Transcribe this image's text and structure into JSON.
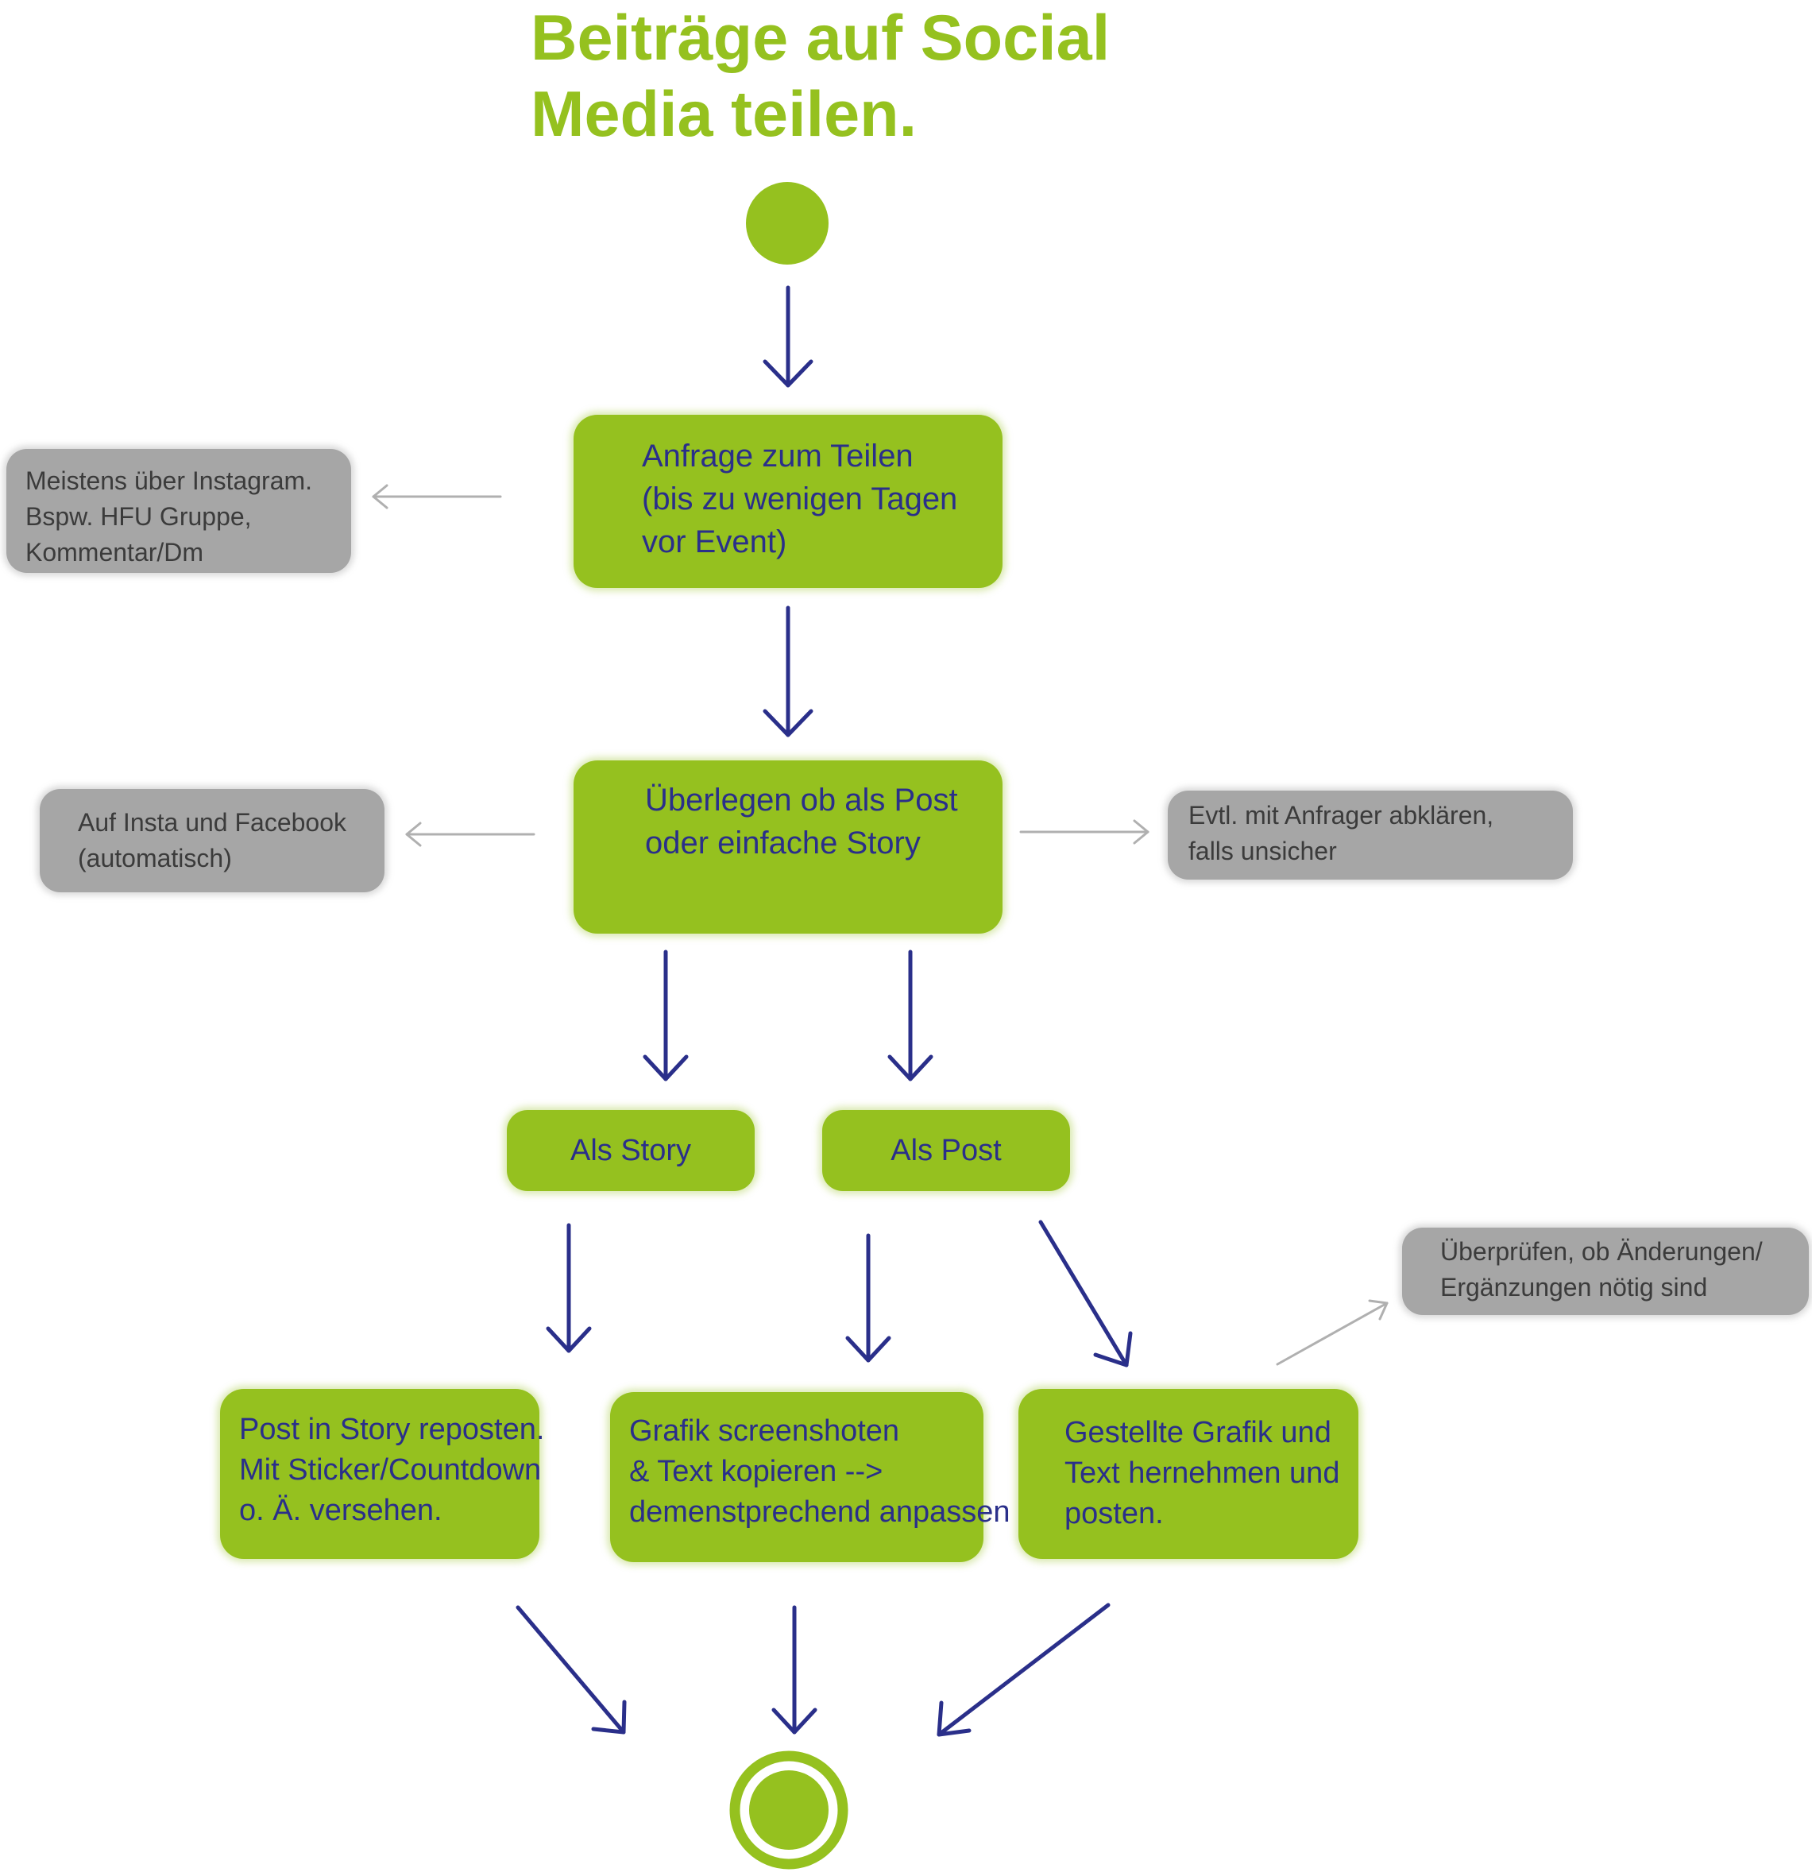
{
  "title": {
    "line1": "Beiträge auf Social",
    "line2": "Media teilen."
  },
  "steps": {
    "anfrage": {
      "line1": "Anfrage zum Teilen",
      "line2": "(bis zu wenigen Tagen",
      "line3": "vor Event)"
    },
    "ueberlegen": {
      "line1": "Überlegen ob als Post",
      "line2": "oder einfache Story"
    },
    "als_story": "Als Story",
    "als_post": "Als Post",
    "repost": {
      "line1": "Post in Story reposten.",
      "line2": "Mit Sticker/Countdown",
      "line3": "o. Ä. versehen."
    },
    "screenshot": {
      "line1": "Grafik screenshoten",
      "line2": "& Text kopieren -->",
      "line3": "demenstprechend anpassen"
    },
    "gestellte": {
      "line1": "Gestellte Grafik und",
      "line2": "Text hernehmen und",
      "line3": "posten."
    }
  },
  "notes": {
    "instagram": {
      "line1": "Meistens über Instagram.",
      "line2": "Bspw. HFU Gruppe,",
      "line3": "Kommentar/Dm"
    },
    "insta_facebook": {
      "line1": "Auf Insta und Facebook",
      "line2": "(automatisch)"
    },
    "abklaeren": {
      "line1": "Evtl. mit Anfrager abklären,",
      "line2": "falls unsicher"
    },
    "pruefen": {
      "line1": "Überprüfen, ob Änderungen/",
      "line2": "Ergänzungen nötig sind"
    }
  },
  "colors": {
    "node_green": "#95c11f",
    "node_text": "#2a2f8a",
    "flow_arrow": "#2a2f8a",
    "note_gray": "#a6a6a6",
    "note_arrow": "#b0b0b0"
  }
}
